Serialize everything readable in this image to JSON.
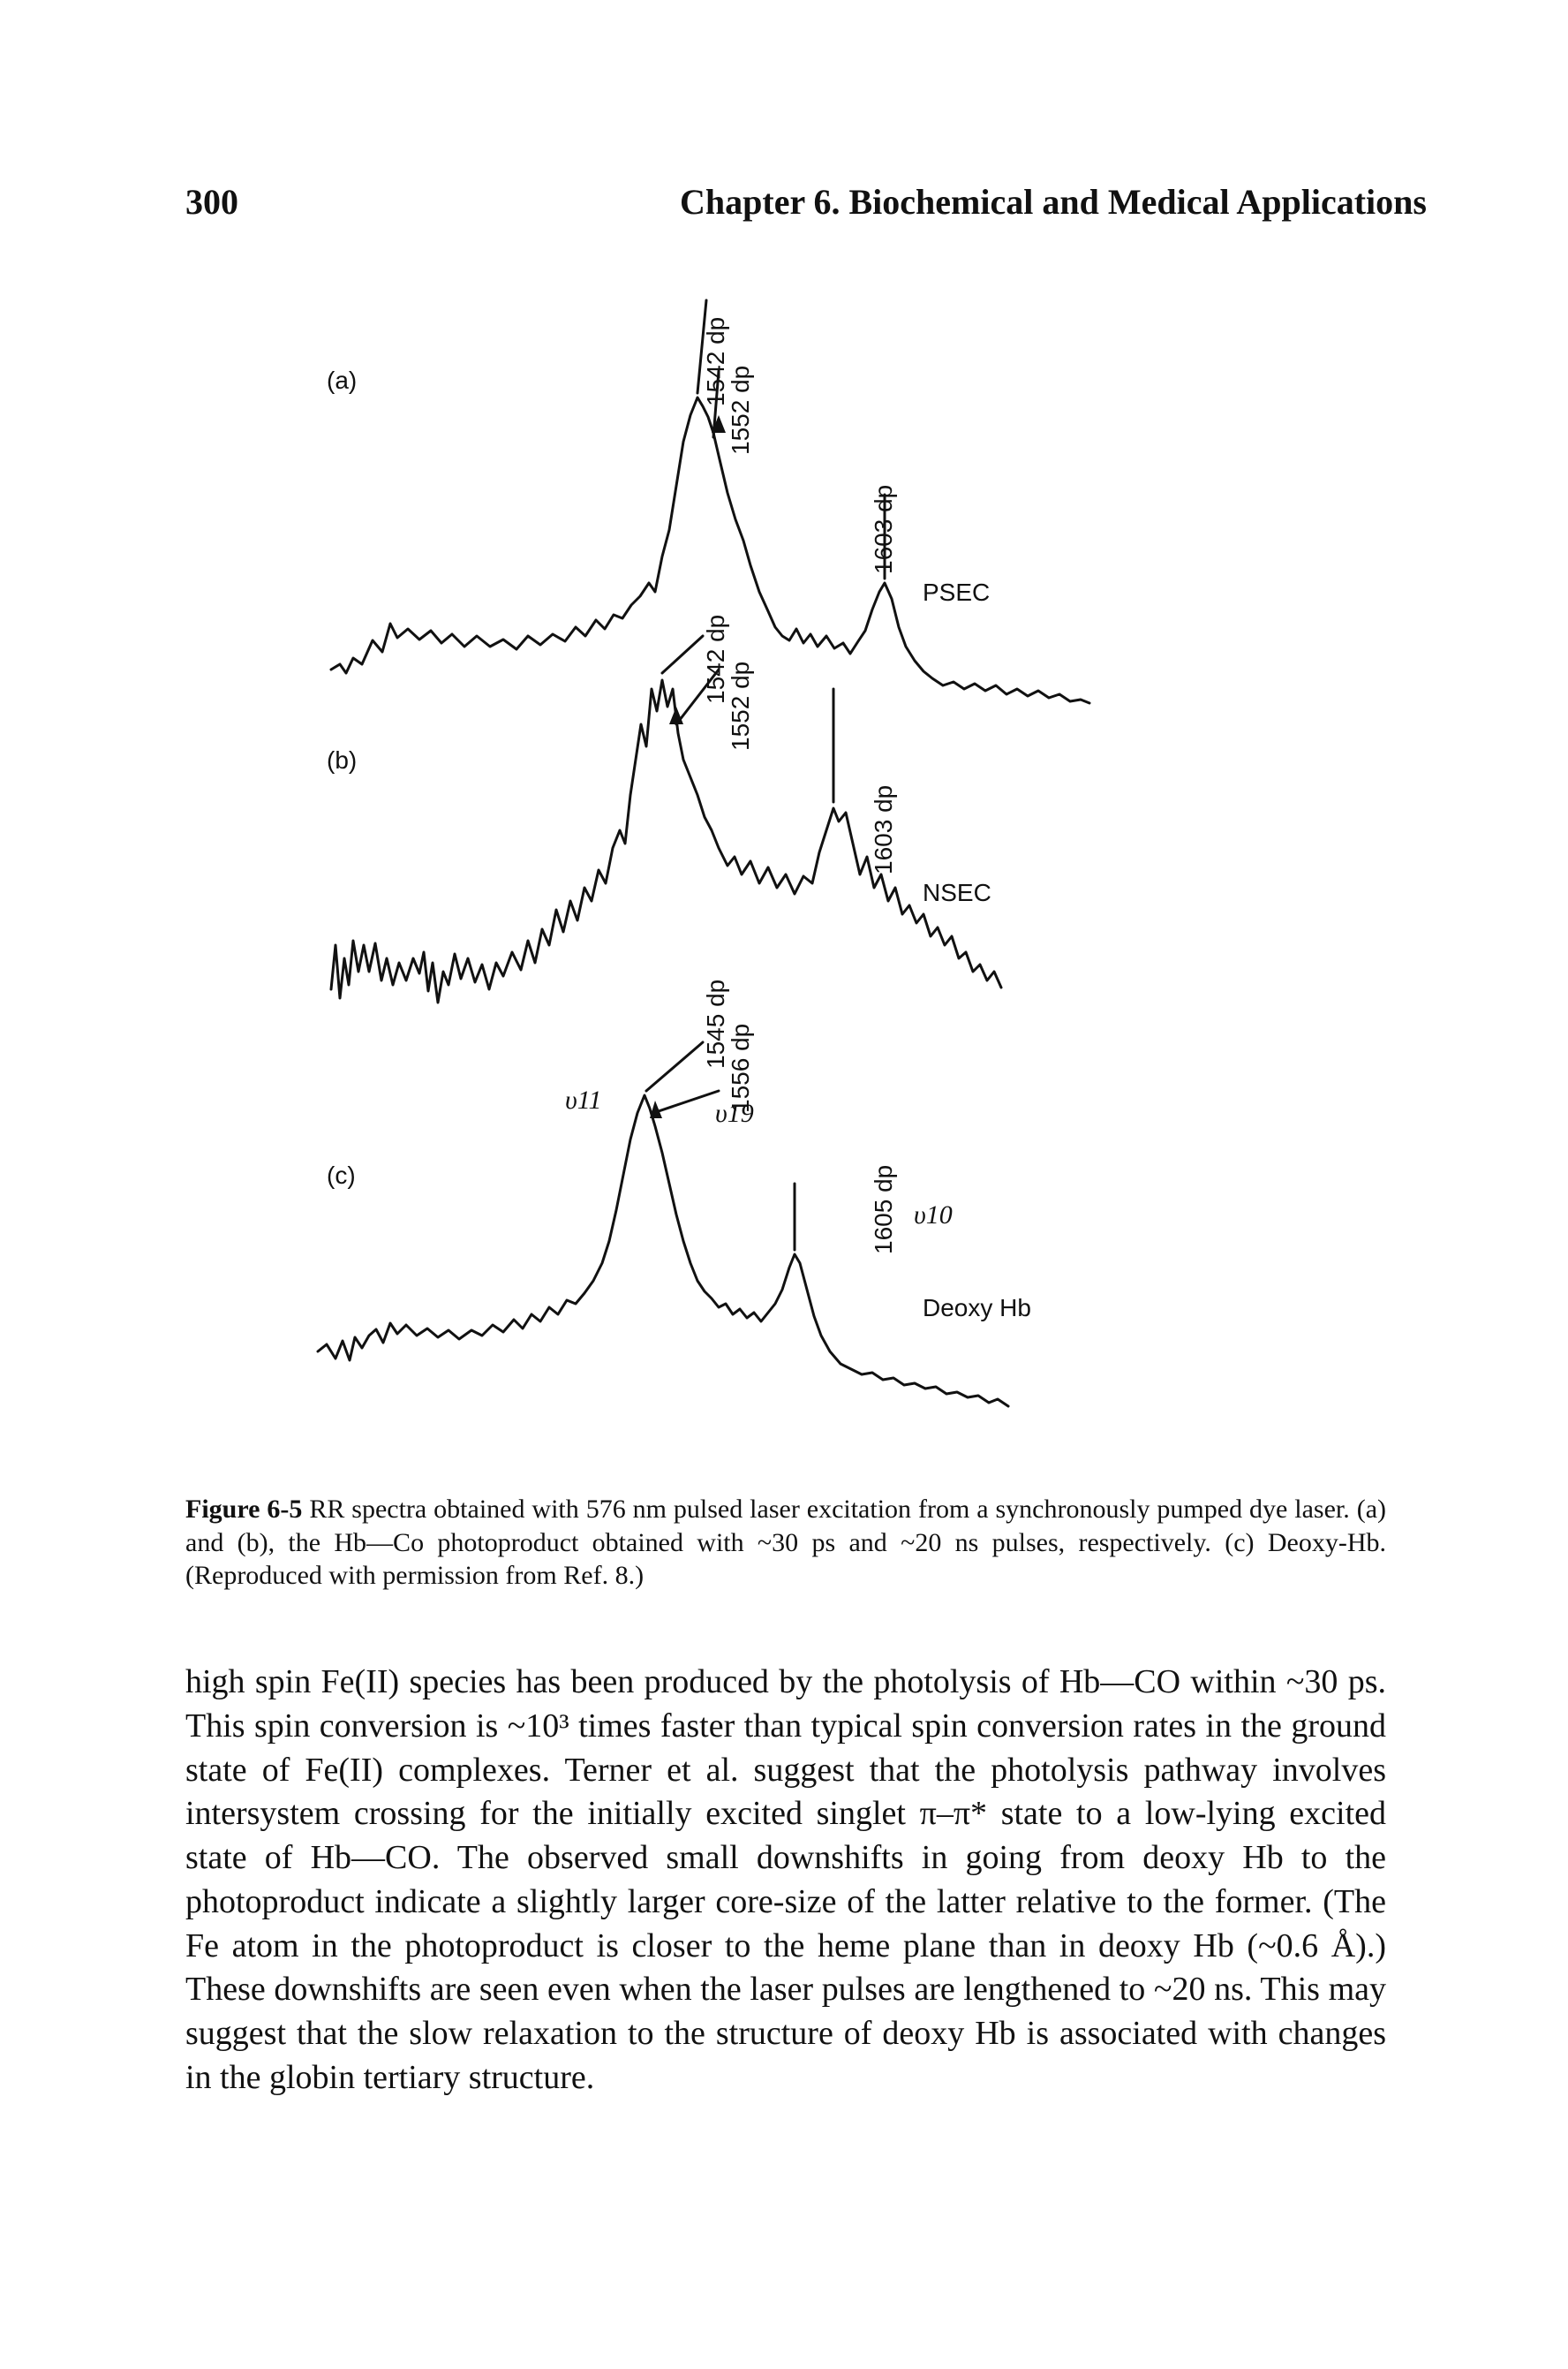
{
  "header": {
    "page_number": "300",
    "chapter_title": "Chapter 6. Biochemical and Medical Applications"
  },
  "figure": {
    "panels": [
      {
        "label": "(a)",
        "tag": "PSEC",
        "peaks": [
          "1542 dp",
          "1552 dp",
          "1603 dp"
        ],
        "mode_labels": []
      },
      {
        "label": "(b)",
        "tag": "NSEC",
        "peaks": [
          "1542 dp",
          "1552 dp",
          "1603 dp"
        ],
        "mode_labels": []
      },
      {
        "label": "(c)",
        "tag": "Deoxy Hb",
        "peaks": [
          "1545 dp",
          "1556 dp",
          "1605 dp"
        ],
        "mode_labels": [
          "υ11",
          "υ19",
          "υ10"
        ]
      }
    ]
  },
  "caption": {
    "label": "Figure 6-5",
    "text": "RR spectra obtained with 576 nm pulsed laser excitation from a synchronously pumped dye laser. (a) and (b), the Hb—Co photoproduct obtained with ~30 ps and ~20 ns pulses, respectively. (c) Deoxy-Hb. (Reproduced with permission from Ref. 8.)"
  },
  "body": {
    "paragraph": "high spin Fe(II) species has been produced by the photolysis of Hb—CO within ~30 ps. This spin conversion is ~10³ times faster than typical spin conversion rates in the ground state of Fe(II) complexes. Terner et al. suggest that the photolysis pathway involves intersystem crossing for the initially excited singlet π–π* state to a low-lying excited state of Hb—CO. The observed small downshifts in going from deoxy Hb to the photoproduct indicate a slightly larger core-size of the latter relative to the former. (The Fe atom in the photoproduct is closer to the heme plane than in deoxy Hb (~0.6 Å).) These downshifts are seen even when the laser pulses are lengthened to ~20 ns. This may suggest that the slow relaxation to the structure of deoxy Hb is associated with changes in the globin tertiary structure."
  }
}
